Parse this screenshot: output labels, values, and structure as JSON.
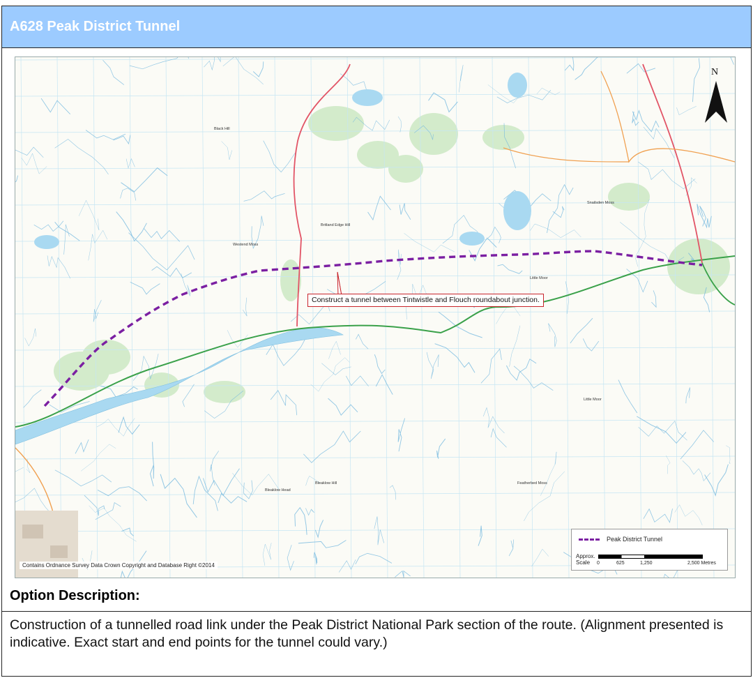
{
  "header": {
    "title": "A628 Peak District Tunnel"
  },
  "map": {
    "callout_text": "Construct a tunnel between Tintwistle and Flouch roundabout junction.",
    "north_label": "N",
    "copyright": "Contains Ordnance Survey Data Crown Copyright and Database Right ©2014",
    "legend": {
      "entry": "Peak District Tunnel"
    },
    "scale": {
      "approx": "Approx.",
      "label": "Scale",
      "ticks": [
        "0",
        "625",
        "1,250",
        "2,500 Metres"
      ]
    },
    "place_labels": [
      "Black Hill",
      "Westend Moss",
      "Britland Edge Hill",
      "Little Moor",
      "Little Moor",
      "Featherbed Moss",
      "Bleaklow Head",
      "Bleaklow Hill",
      "Snailsden Moss"
    ],
    "colors": {
      "tunnel": "#7b1fa2",
      "a628_road": "#3aa14a",
      "a_road": "#e0485a",
      "water": "#9fd3ef",
      "woodland": "#cfe8c6",
      "grid": "#bfe3f2"
    }
  },
  "description": {
    "heading": "Option  Description:",
    "text": "Construction of a tunnelled road link under the Peak District National Park section of the route. (Alignment presented is indicative. Exact start and end points for the tunnel could vary.)"
  }
}
